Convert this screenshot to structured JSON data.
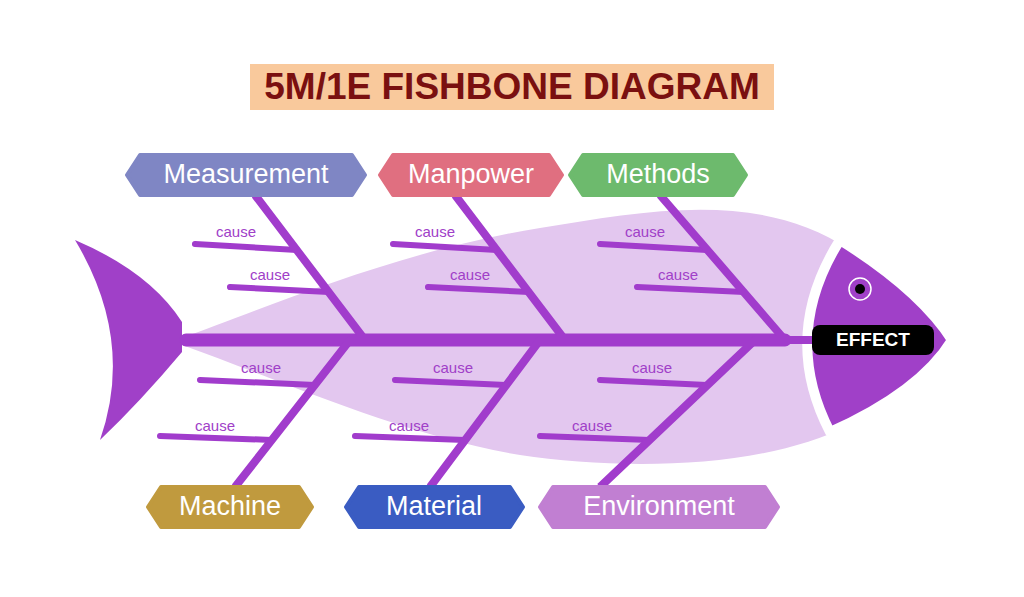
{
  "diagram": {
    "title": "5M/1E FISHBONE DIAGRAM",
    "nodes": [
      {
        "text": [
          "Measurement"
        ]
      },
      {
        "text": [
          "Manpower"
        ]
      },
      {
        "text": [
          "Methods"
        ]
      },
      {
        "text": [
          "EFFECT"
        ]
      },
      {
        "text": [
          "Machine"
        ]
      },
      {
        "text": [
          "Material"
        ]
      },
      {
        "text": [
          "Environment"
        ]
      }
    ],
    "edges": [
      {
        "from": 0,
        "to": 3,
        "arrow": "none"
      },
      {
        "from": 1,
        "to": 3,
        "arrow": "none"
      },
      {
        "from": 2,
        "to": 3,
        "arrow": "none"
      },
      {
        "from": 4,
        "to": 3,
        "arrow": "none"
      },
      {
        "from": 5,
        "to": 3,
        "arrow": "none"
      },
      {
        "from": 6,
        "to": 3,
        "arrow": "none"
      }
    ],
    "labels": [
      "cause",
      "cause",
      "cause",
      "cause",
      "cause",
      "cause",
      "cause",
      "cause",
      "cause",
      "cause",
      "cause",
      "cause"
    ]
  }
}
